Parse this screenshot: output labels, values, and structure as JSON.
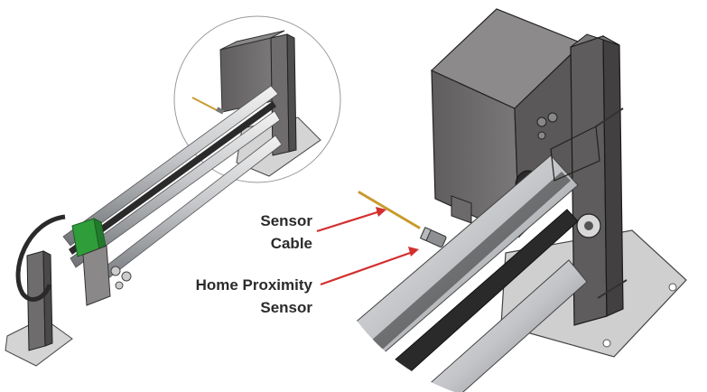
{
  "callouts": {
    "sensor_cable": {
      "line1": "Sensor",
      "line2": "Cable"
    },
    "home_proximity_sensor": {
      "line1": "Home Proximity",
      "line2": "Sensor"
    }
  },
  "colors": {
    "arrow": "#d32f2f",
    "bracket_green": "#2f9e3a",
    "cable_gold": "#c99a2e",
    "rail_silver": "#b9bcc0",
    "housing_gray": "#6b6969",
    "plate_gray": "#c9c9c9"
  }
}
